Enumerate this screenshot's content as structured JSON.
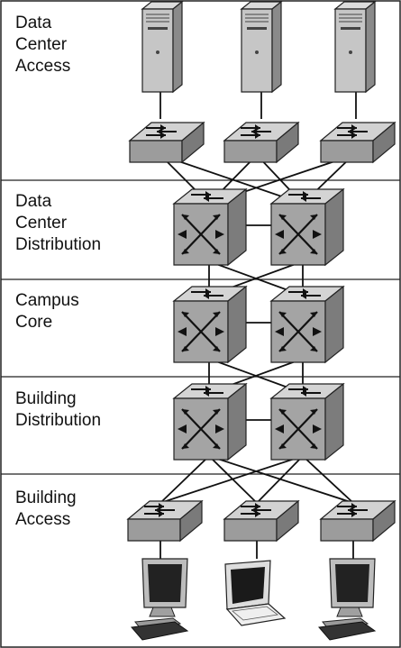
{
  "layers": [
    {
      "label": "Data\nCenter\nAccess"
    },
    {
      "label": "Data\nCenter\nDistribution"
    },
    {
      "label": "Campus\nCore"
    },
    {
      "label": "Building\nDistribution"
    },
    {
      "label": "Building\nAccess"
    }
  ],
  "devices": {
    "servers": [
      "server-icon",
      "server-icon",
      "server-icon"
    ],
    "datacenter_access_switches": [
      "switch-icon",
      "switch-icon",
      "switch-icon"
    ],
    "datacenter_distribution_switches": [
      "multilayer-switch-icon",
      "multilayer-switch-icon"
    ],
    "core_switches": [
      "multilayer-switch-icon",
      "multilayer-switch-icon"
    ],
    "building_distribution_switches": [
      "multilayer-switch-icon",
      "multilayer-switch-icon"
    ],
    "building_access_switches": [
      "switch-icon",
      "switch-icon",
      "switch-icon"
    ],
    "end_devices": [
      "desktop-computer-icon",
      "laptop-icon",
      "desktop-computer-icon"
    ]
  },
  "colors": {
    "device_fill": "#a8a8a8",
    "device_light": "#d0d0d0",
    "device_dark": "#6e6e6e",
    "line": "#111111"
  }
}
